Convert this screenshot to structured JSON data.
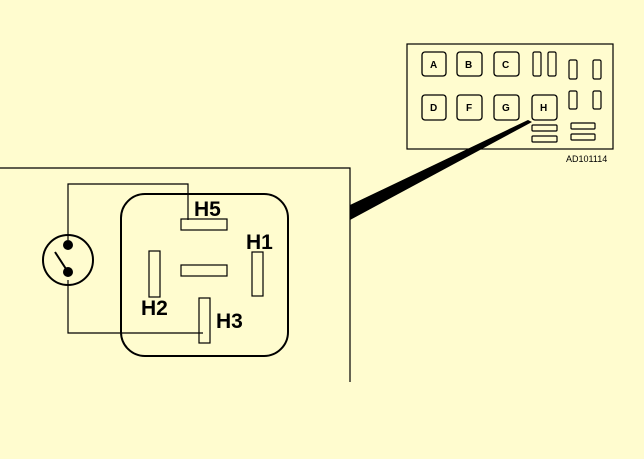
{
  "diagram": {
    "big_terminals": {
      "h5": "H5",
      "h1": "H1",
      "h2": "H2",
      "h3": "H3"
    },
    "fuse_box": {
      "slots": {
        "a": "A",
        "b": "B",
        "c": "C",
        "d": "D",
        "f": "F",
        "g": "G",
        "h": "H"
      }
    },
    "figure_code": "AD101114"
  },
  "colors": {
    "background": "#fffccf",
    "line": "#000000"
  }
}
